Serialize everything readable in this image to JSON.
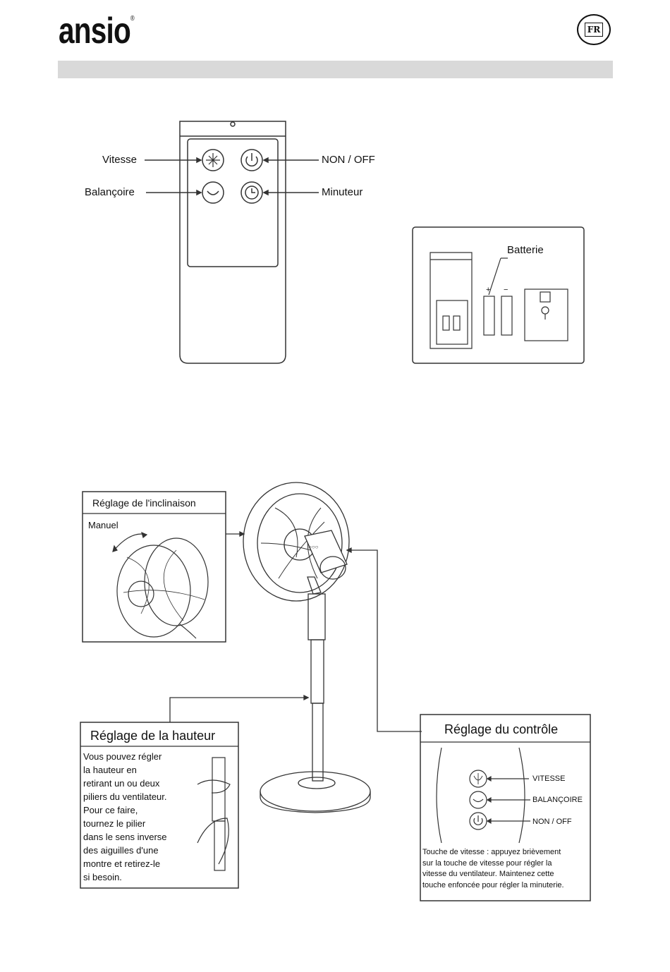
{
  "header": {
    "brand": "ansio",
    "registered": "®",
    "language_badge": "FR"
  },
  "remote": {
    "labels": {
      "speed": "Vitesse",
      "power": "NON / OFF",
      "swing": "Balançoire",
      "timer": "Minuteur"
    }
  },
  "battery": {
    "title": "Batterie",
    "plus": "+",
    "minus": "−"
  },
  "tilt_box": {
    "title": "Réglage de l'inclinaison",
    "subtitle": "Manuel"
  },
  "height_box": {
    "title": "Réglage de la hauteur",
    "body": "Vous pouvez régler\nla hauteur en\nretirant un ou deux\npiliers du ventilateur.\nPour ce faire,\ntournez le pilier\ndans le sens inverse\ndes aiguilles d'une\nmontre et retirez-le\nsi besoin."
  },
  "control_box": {
    "title": "Réglage du contrôle",
    "speed": "VITESSE",
    "swing": "BALANÇOIRE",
    "power": "NON / OFF",
    "body": "Touche de vitesse : appuyez brièvement\nsur la touche de vitesse pour régler la\nvitesse du ventilateur. Maintenez cette\ntouche enfoncée pour régler la minuterie."
  }
}
